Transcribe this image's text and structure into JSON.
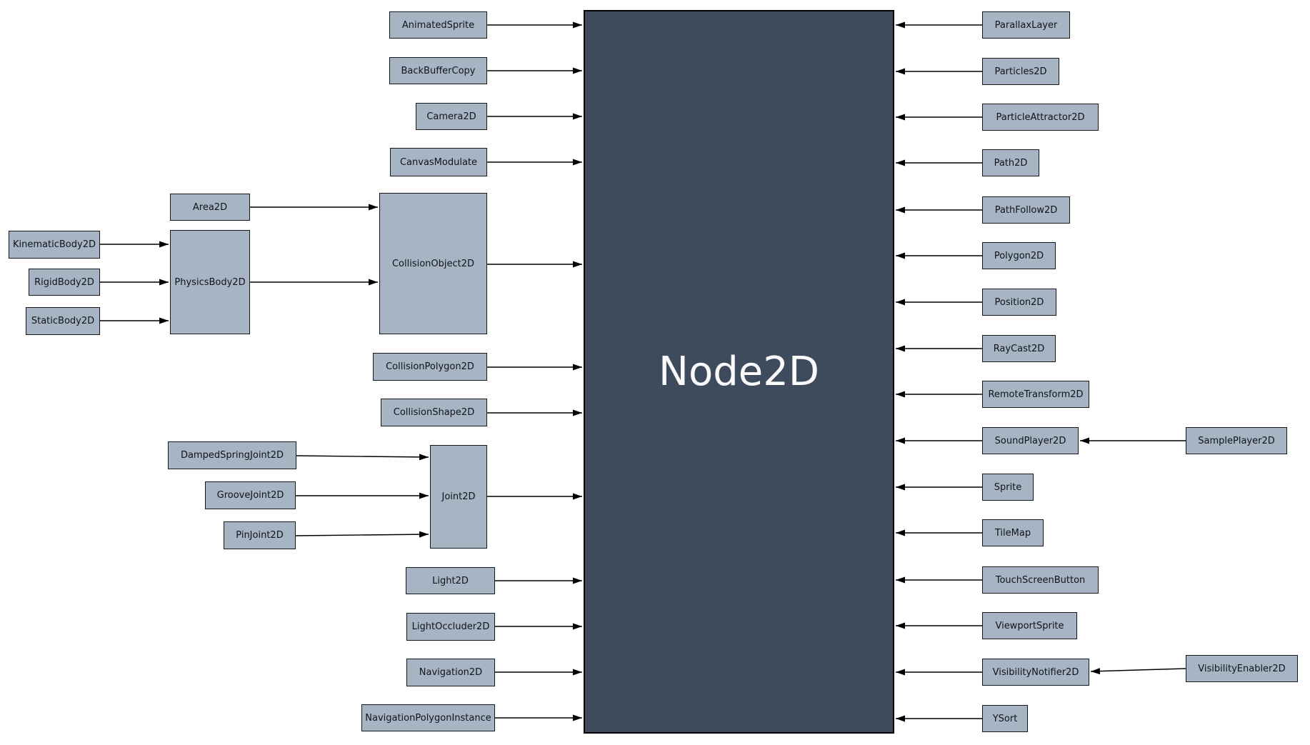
{
  "center": {
    "label": "Node2D"
  },
  "nodes": [
    {
      "label": "AnimatedSprite"
    },
    {
      "label": "BackBufferCopy"
    },
    {
      "label": "Camera2D"
    },
    {
      "label": "CanvasModulate"
    },
    {
      "label": "Area2D"
    },
    {
      "label": "KinematicBody2D"
    },
    {
      "label": "RigidBody2D"
    },
    {
      "label": "StaticBody2D"
    },
    {
      "label": "PhysicsBody2D"
    },
    {
      "label": "CollisionObject2D"
    },
    {
      "label": "CollisionPolygon2D"
    },
    {
      "label": "CollisionShape2D"
    },
    {
      "label": "DampedSpringJoint2D"
    },
    {
      "label": "GrooveJoint2D"
    },
    {
      "label": "PinJoint2D"
    },
    {
      "label": "Joint2D"
    },
    {
      "label": "Light2D"
    },
    {
      "label": "LightOccluder2D"
    },
    {
      "label": "Navigation2D"
    },
    {
      "label": "NavigationPolygonInstance"
    },
    {
      "label": "ParallaxLayer"
    },
    {
      "label": "Particles2D"
    },
    {
      "label": "ParticleAttractor2D"
    },
    {
      "label": "Path2D"
    },
    {
      "label": "PathFollow2D"
    },
    {
      "label": "Polygon2D"
    },
    {
      "label": "Position2D"
    },
    {
      "label": "RayCast2D"
    },
    {
      "label": "RemoteTransform2D"
    },
    {
      "label": "SoundPlayer2D"
    },
    {
      "label": "Sprite"
    },
    {
      "label": "TileMap"
    },
    {
      "label": "TouchScreenButton"
    },
    {
      "label": "ViewportSprite"
    },
    {
      "label": "VisibilityNotifier2D"
    },
    {
      "label": "YSort"
    },
    {
      "label": "SamplePlayer2D"
    },
    {
      "label": "VisibilityEnabler2D"
    }
  ],
  "edges": [
    {
      "from": "AnimatedSprite",
      "to": "Node2D"
    },
    {
      "from": "BackBufferCopy",
      "to": "Node2D"
    },
    {
      "from": "Camera2D",
      "to": "Node2D"
    },
    {
      "from": "CanvasModulate",
      "to": "Node2D"
    },
    {
      "from": "Area2D",
      "to": "CollisionObject2D"
    },
    {
      "from": "KinematicBody2D",
      "to": "PhysicsBody2D"
    },
    {
      "from": "RigidBody2D",
      "to": "PhysicsBody2D"
    },
    {
      "from": "StaticBody2D",
      "to": "PhysicsBody2D"
    },
    {
      "from": "PhysicsBody2D",
      "to": "CollisionObject2D"
    },
    {
      "from": "CollisionObject2D",
      "to": "Node2D"
    },
    {
      "from": "CollisionPolygon2D",
      "to": "Node2D"
    },
    {
      "from": "CollisionShape2D",
      "to": "Node2D"
    },
    {
      "from": "DampedSpringJoint2D",
      "to": "Joint2D"
    },
    {
      "from": "GrooveJoint2D",
      "to": "Joint2D"
    },
    {
      "from": "PinJoint2D",
      "to": "Joint2D"
    },
    {
      "from": "Joint2D",
      "to": "Node2D"
    },
    {
      "from": "Light2D",
      "to": "Node2D"
    },
    {
      "from": "LightOccluder2D",
      "to": "Node2D"
    },
    {
      "from": "Navigation2D",
      "to": "Node2D"
    },
    {
      "from": "NavigationPolygonInstance",
      "to": "Node2D"
    },
    {
      "from": "ParallaxLayer",
      "to": "Node2D"
    },
    {
      "from": "Particles2D",
      "to": "Node2D"
    },
    {
      "from": "ParticleAttractor2D",
      "to": "Node2D"
    },
    {
      "from": "Path2D",
      "to": "Node2D"
    },
    {
      "from": "PathFollow2D",
      "to": "Node2D"
    },
    {
      "from": "Polygon2D",
      "to": "Node2D"
    },
    {
      "from": "Position2D",
      "to": "Node2D"
    },
    {
      "from": "RayCast2D",
      "to": "Node2D"
    },
    {
      "from": "RemoteTransform2D",
      "to": "Node2D"
    },
    {
      "from": "SoundPlayer2D",
      "to": "Node2D"
    },
    {
      "from": "SamplePlayer2D",
      "to": "SoundPlayer2D"
    },
    {
      "from": "Sprite",
      "to": "Node2D"
    },
    {
      "from": "TileMap",
      "to": "Node2D"
    },
    {
      "from": "TouchScreenButton",
      "to": "Node2D"
    },
    {
      "from": "ViewportSprite",
      "to": "Node2D"
    },
    {
      "from": "VisibilityNotifier2D",
      "to": "Node2D"
    },
    {
      "from": "VisibilityEnabler2D",
      "to": "VisibilityNotifier2D"
    },
    {
      "from": "YSort",
      "to": "Node2D"
    }
  ],
  "colors": {
    "box_fill": "#a6b4c4",
    "box_border": "#14181c",
    "center_fill": "#3d4b5c",
    "center_text": "#fafafa",
    "edge": "#000000",
    "background": "#ffffff"
  }
}
